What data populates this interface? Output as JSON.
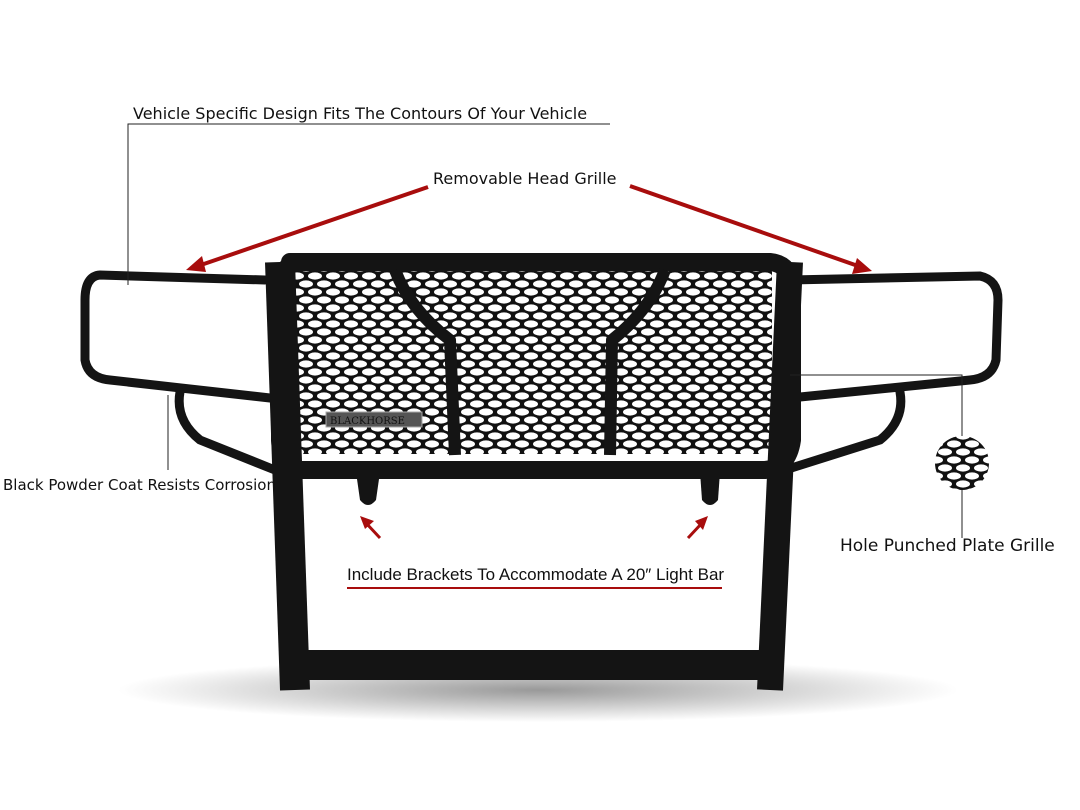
{
  "callouts": {
    "vehicle_specific": "Vehicle Specific Design Fits The Contours Of Your Vehicle",
    "head_grille": "Removable Head Grille",
    "powder_coat": "Black Powder Coat Resists Corrosion",
    "hole_punched": "Hole Punched Plate Grille",
    "light_bar": "Include Brackets To Accommodate A 20″ Light Bar"
  },
  "logo_text": "BLACKHORSE",
  "colors": {
    "arrow": "#a80d0d",
    "frame": "#141414",
    "line": "#222222"
  }
}
